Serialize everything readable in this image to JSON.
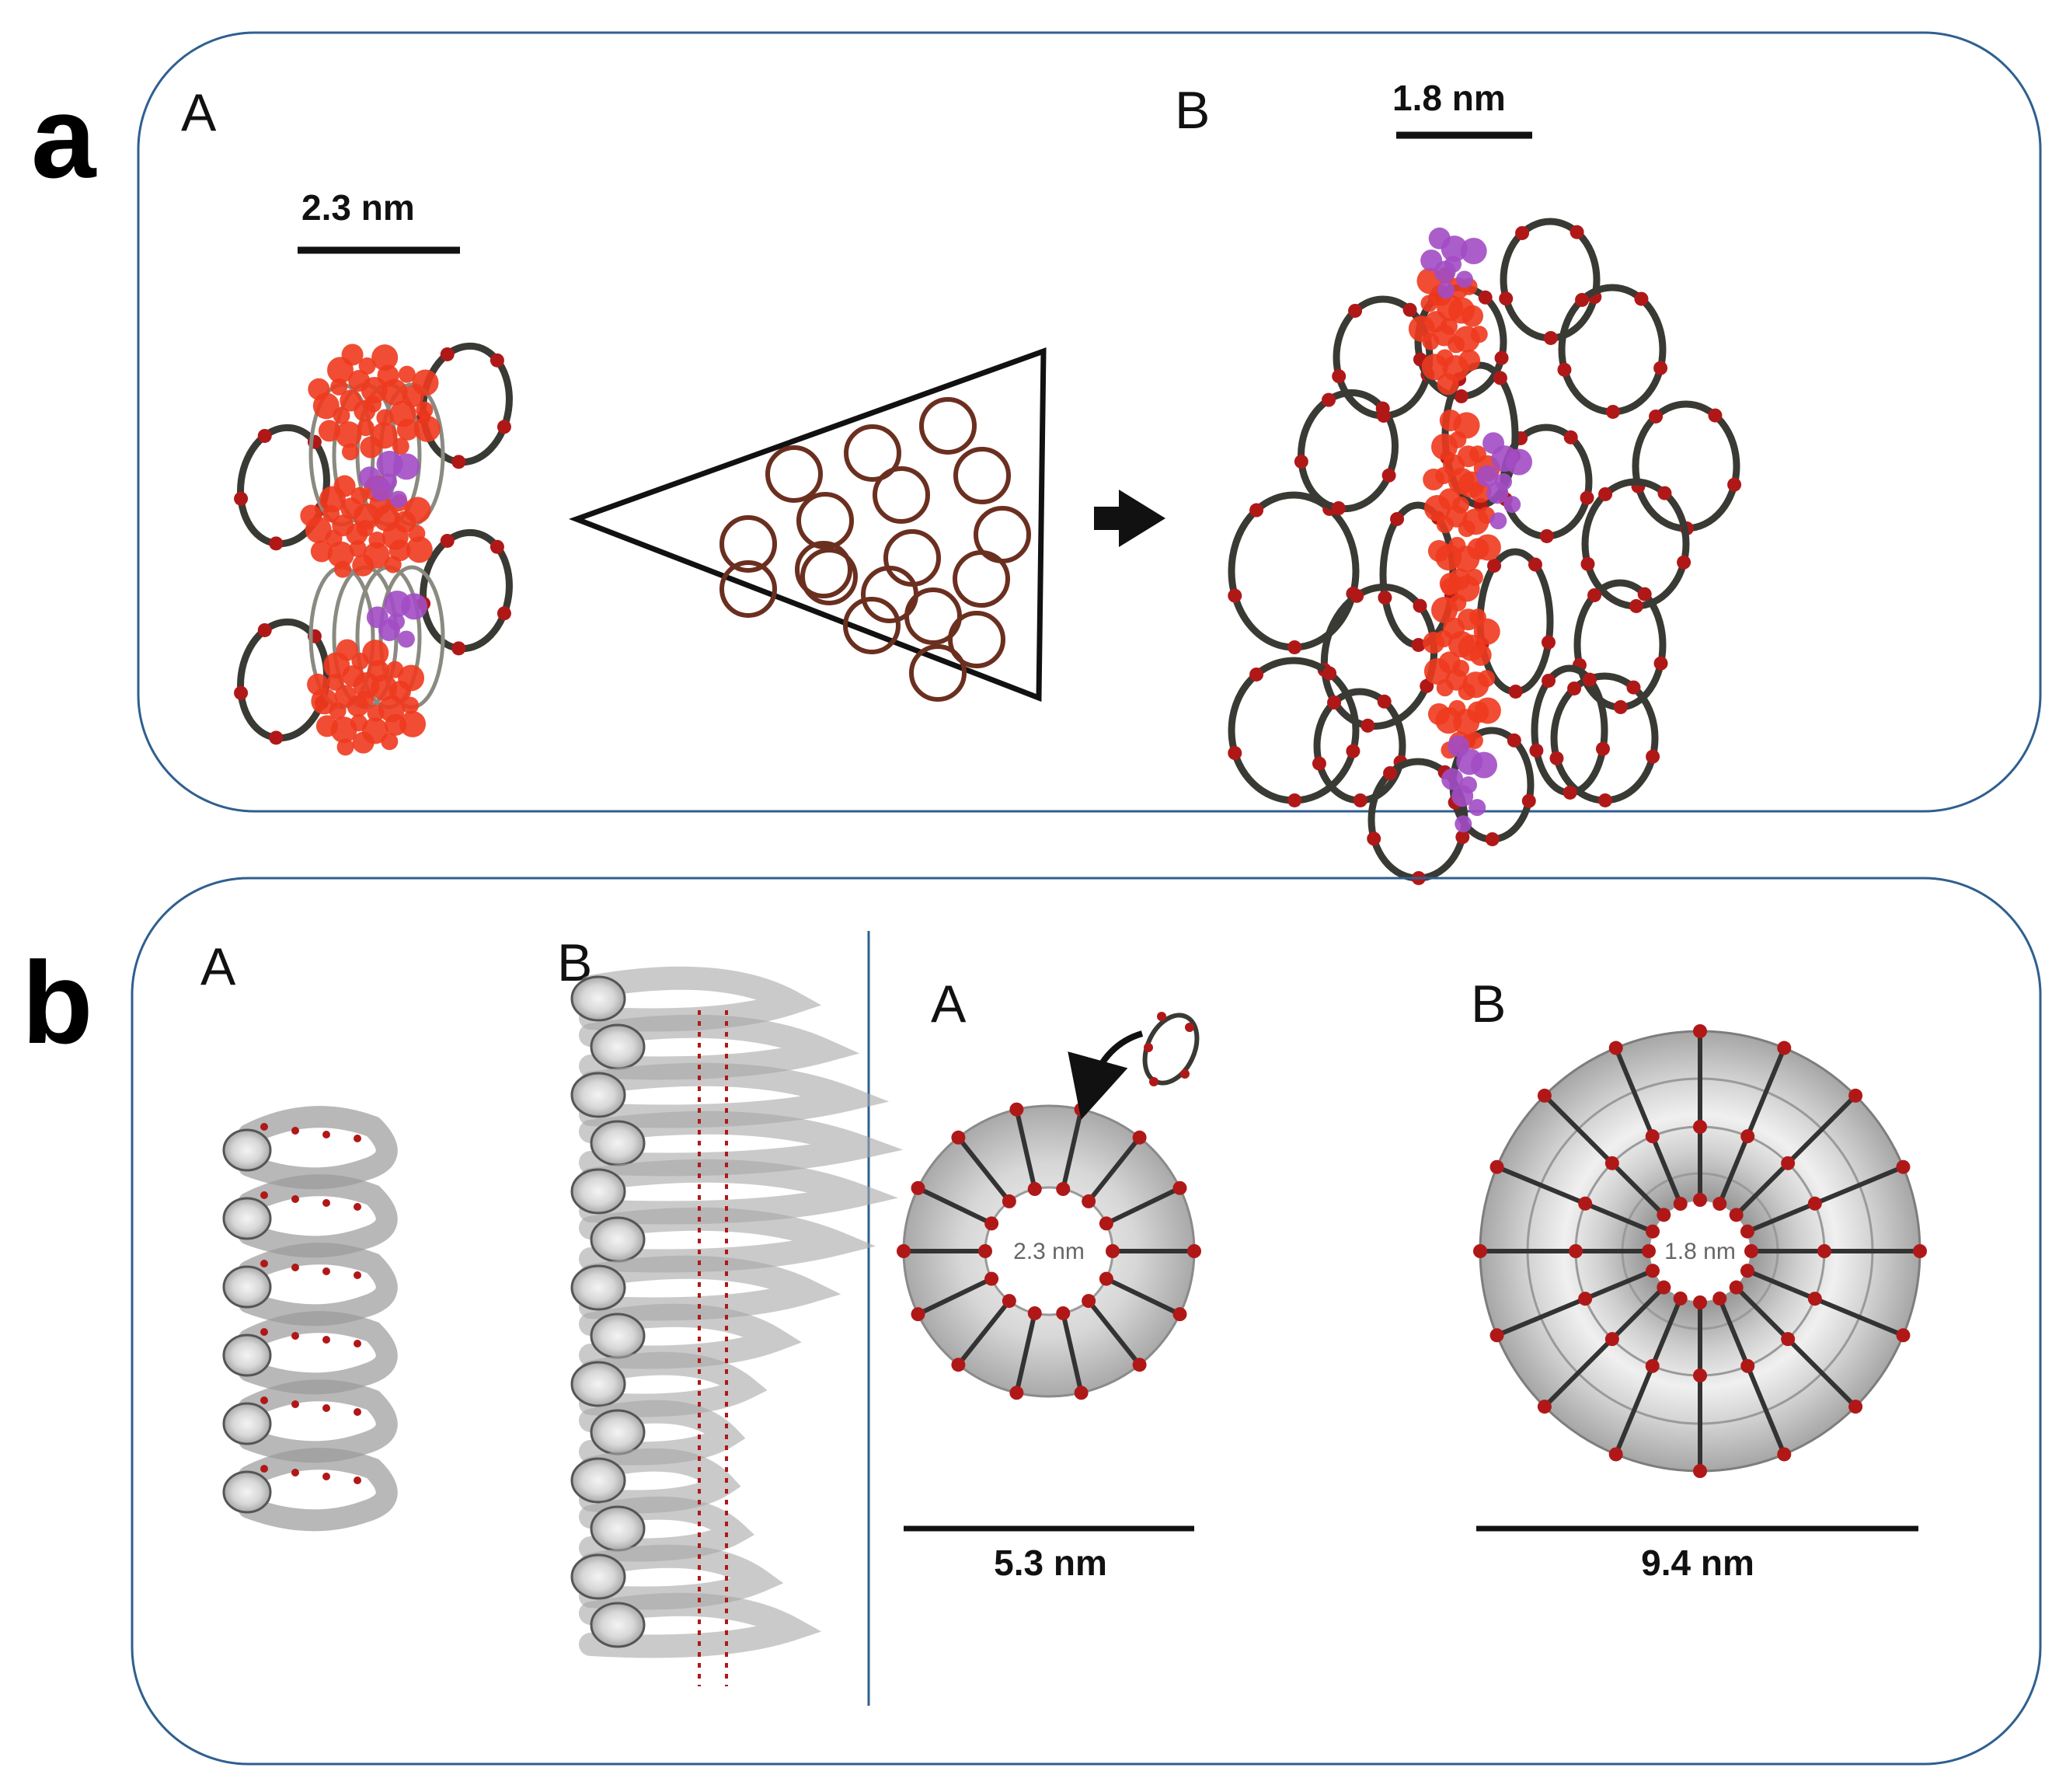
{
  "panel_a": {
    "letter": "a",
    "left": {
      "label": "A",
      "scale": "2.3 nm"
    },
    "right": {
      "label": "B",
      "scale": "1.8 nm"
    }
  },
  "panel_b": {
    "letter": "b",
    "helix_a": {
      "label": "A"
    },
    "helix_b": {
      "label": "B"
    },
    "torus_a": {
      "label": "A",
      "inner": "2.3 nm",
      "scale": "5.3 nm"
    },
    "torus_b": {
      "label": "B",
      "inner": "1.8 nm",
      "scale": "9.4 nm"
    }
  },
  "colors": {
    "frame": "#2f5f8f",
    "ring": "#3a3a34",
    "bead": "#b01818",
    "peptide_red": "#ee3a1e",
    "peptide_purple": "#a24cc4",
    "tube": "#d0d0d0"
  }
}
